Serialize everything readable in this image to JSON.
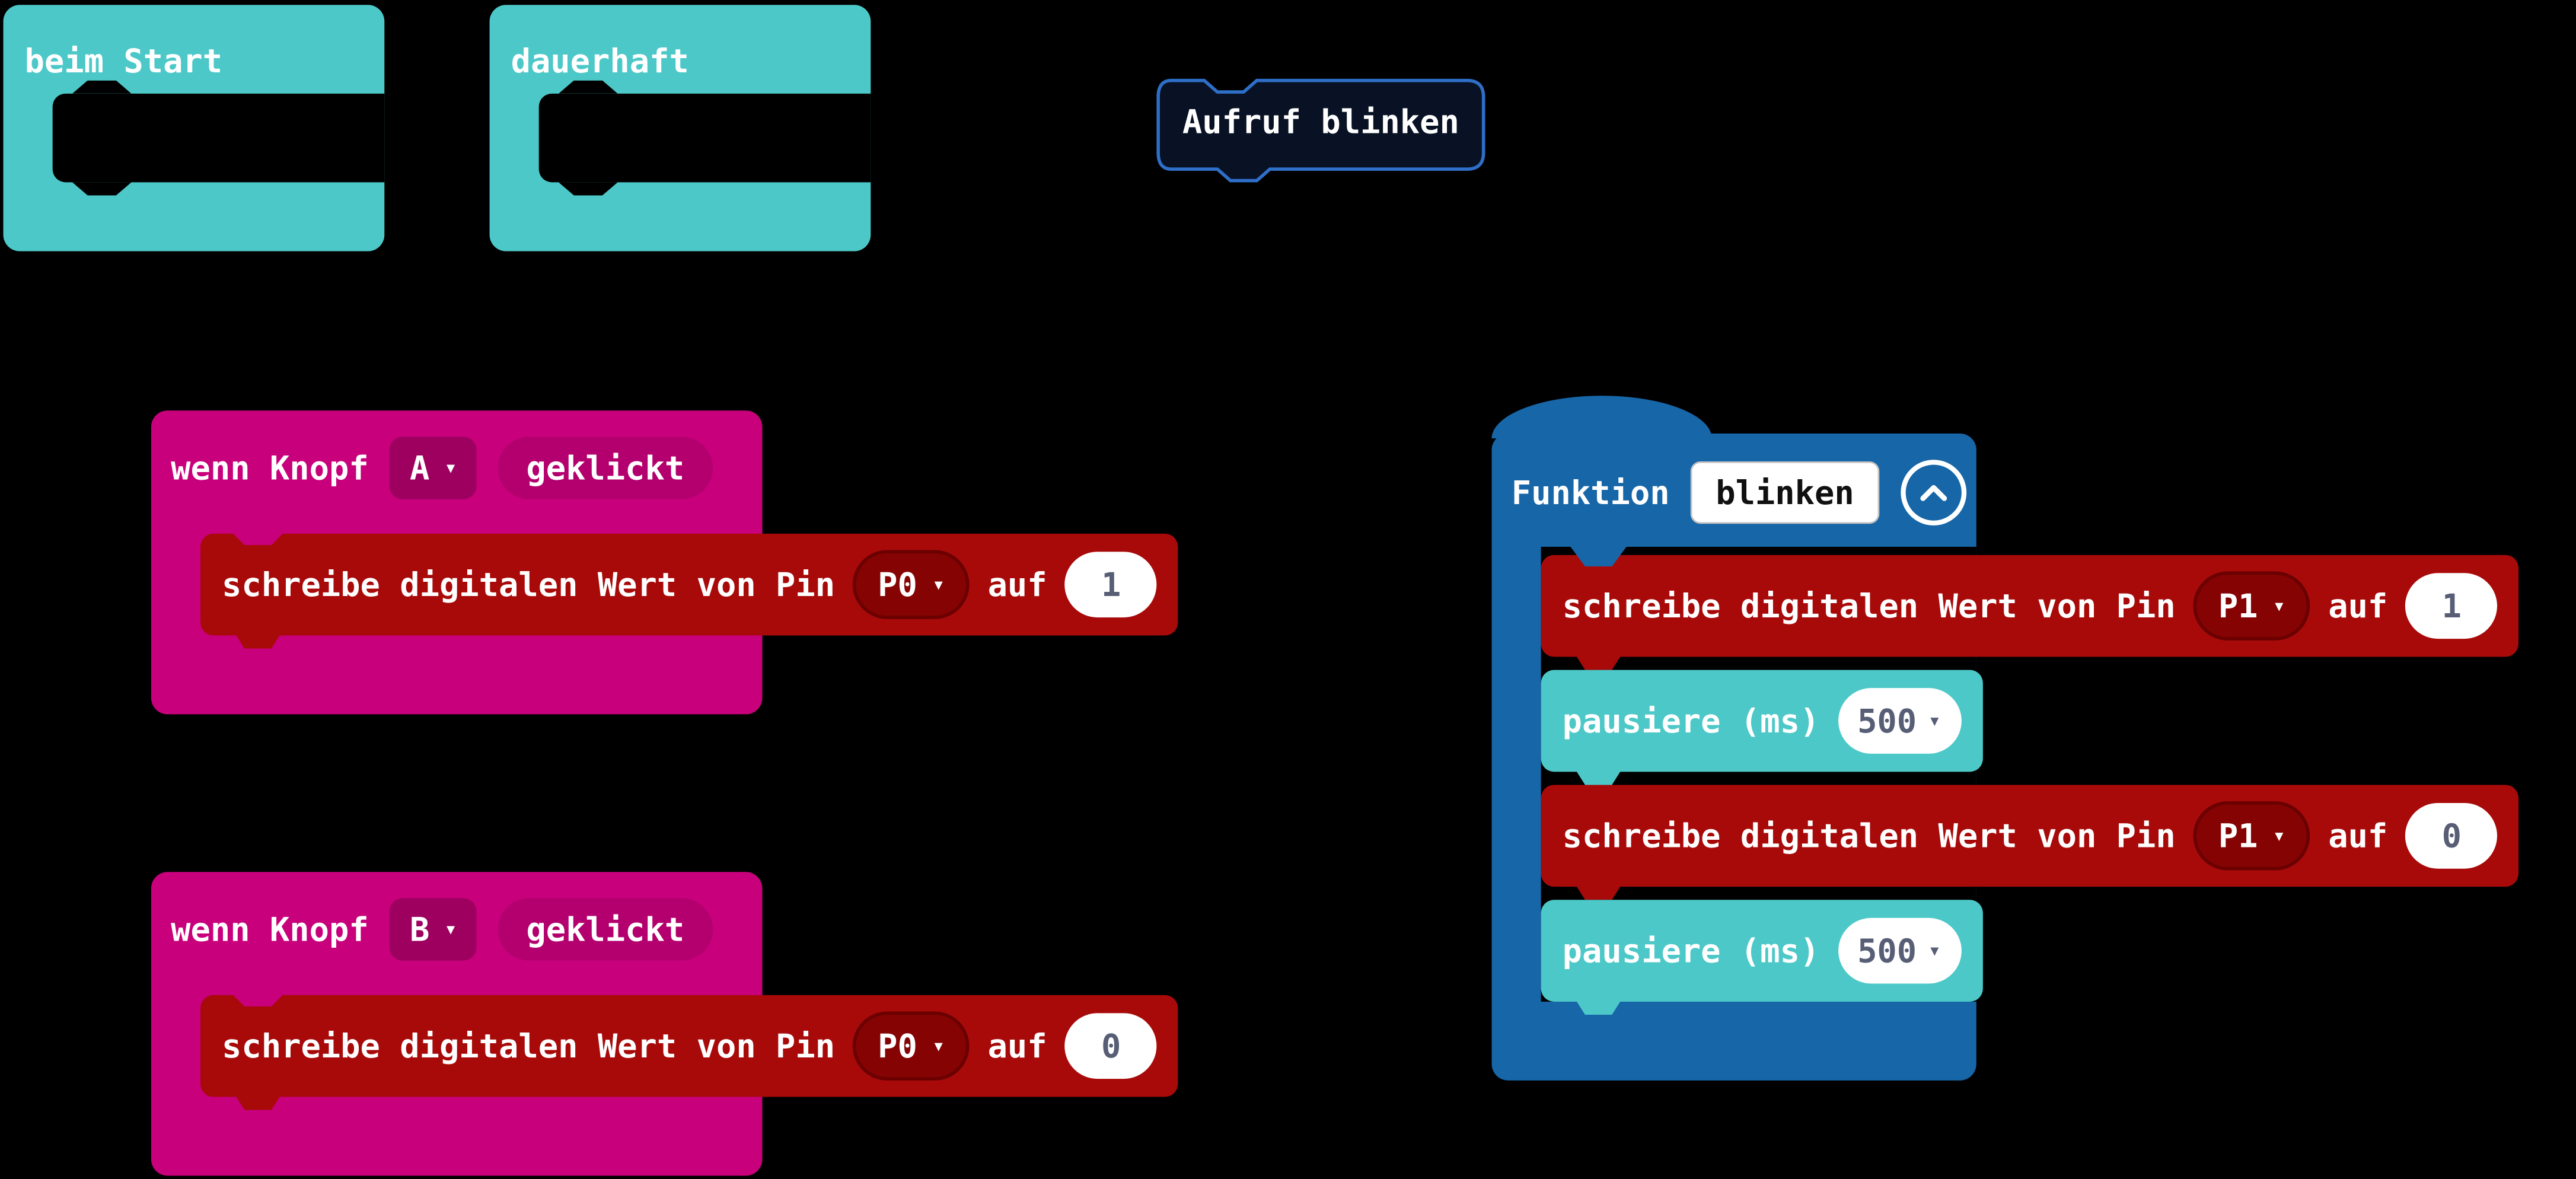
{
  "colors": {
    "bg": "#000000",
    "teal": "#4DC8C8",
    "magenta": "#C8007C",
    "magentaDark": "#9E005F",
    "magentaPill": "#B4006E",
    "red": "#A80A0A",
    "redDark": "#850303",
    "redBorder": "#6B0000",
    "blue": "#1766A8",
    "callFill": "#081224",
    "callStroke": "#2E6FC8",
    "fieldText": "#575E75"
  },
  "icons": {
    "caret_down": "▾"
  },
  "blocks": {
    "on_start": {
      "label": "beim Start"
    },
    "forever": {
      "label": "dauerhaft"
    },
    "call_function": {
      "label": "Aufruf blinken"
    },
    "on_button_a": {
      "prefix": "wenn Knopf",
      "button": "A",
      "event": "geklickt",
      "statement": {
        "label": "schreibe digitalen Wert von Pin",
        "pin": "P0",
        "connector": "auf",
        "value": "1"
      }
    },
    "on_button_b": {
      "prefix": "wenn Knopf",
      "button": "B",
      "event": "geklickt",
      "statement": {
        "label": "schreibe digitalen Wert von Pin",
        "pin": "P0",
        "connector": "auf",
        "value": "0"
      }
    },
    "function_def": {
      "keyword": "Funktion",
      "name": "blinken",
      "statements": [
        {
          "label": "schreibe digitalen Wert von Pin",
          "pin": "P1",
          "connector": "auf",
          "value": "1"
        },
        {
          "label": "pausiere (ms)",
          "value": "500"
        },
        {
          "label": "schreibe digitalen Wert von Pin",
          "pin": "P1",
          "connector": "auf",
          "value": "0"
        },
        {
          "label": "pausiere (ms)",
          "value": "500"
        }
      ]
    }
  }
}
